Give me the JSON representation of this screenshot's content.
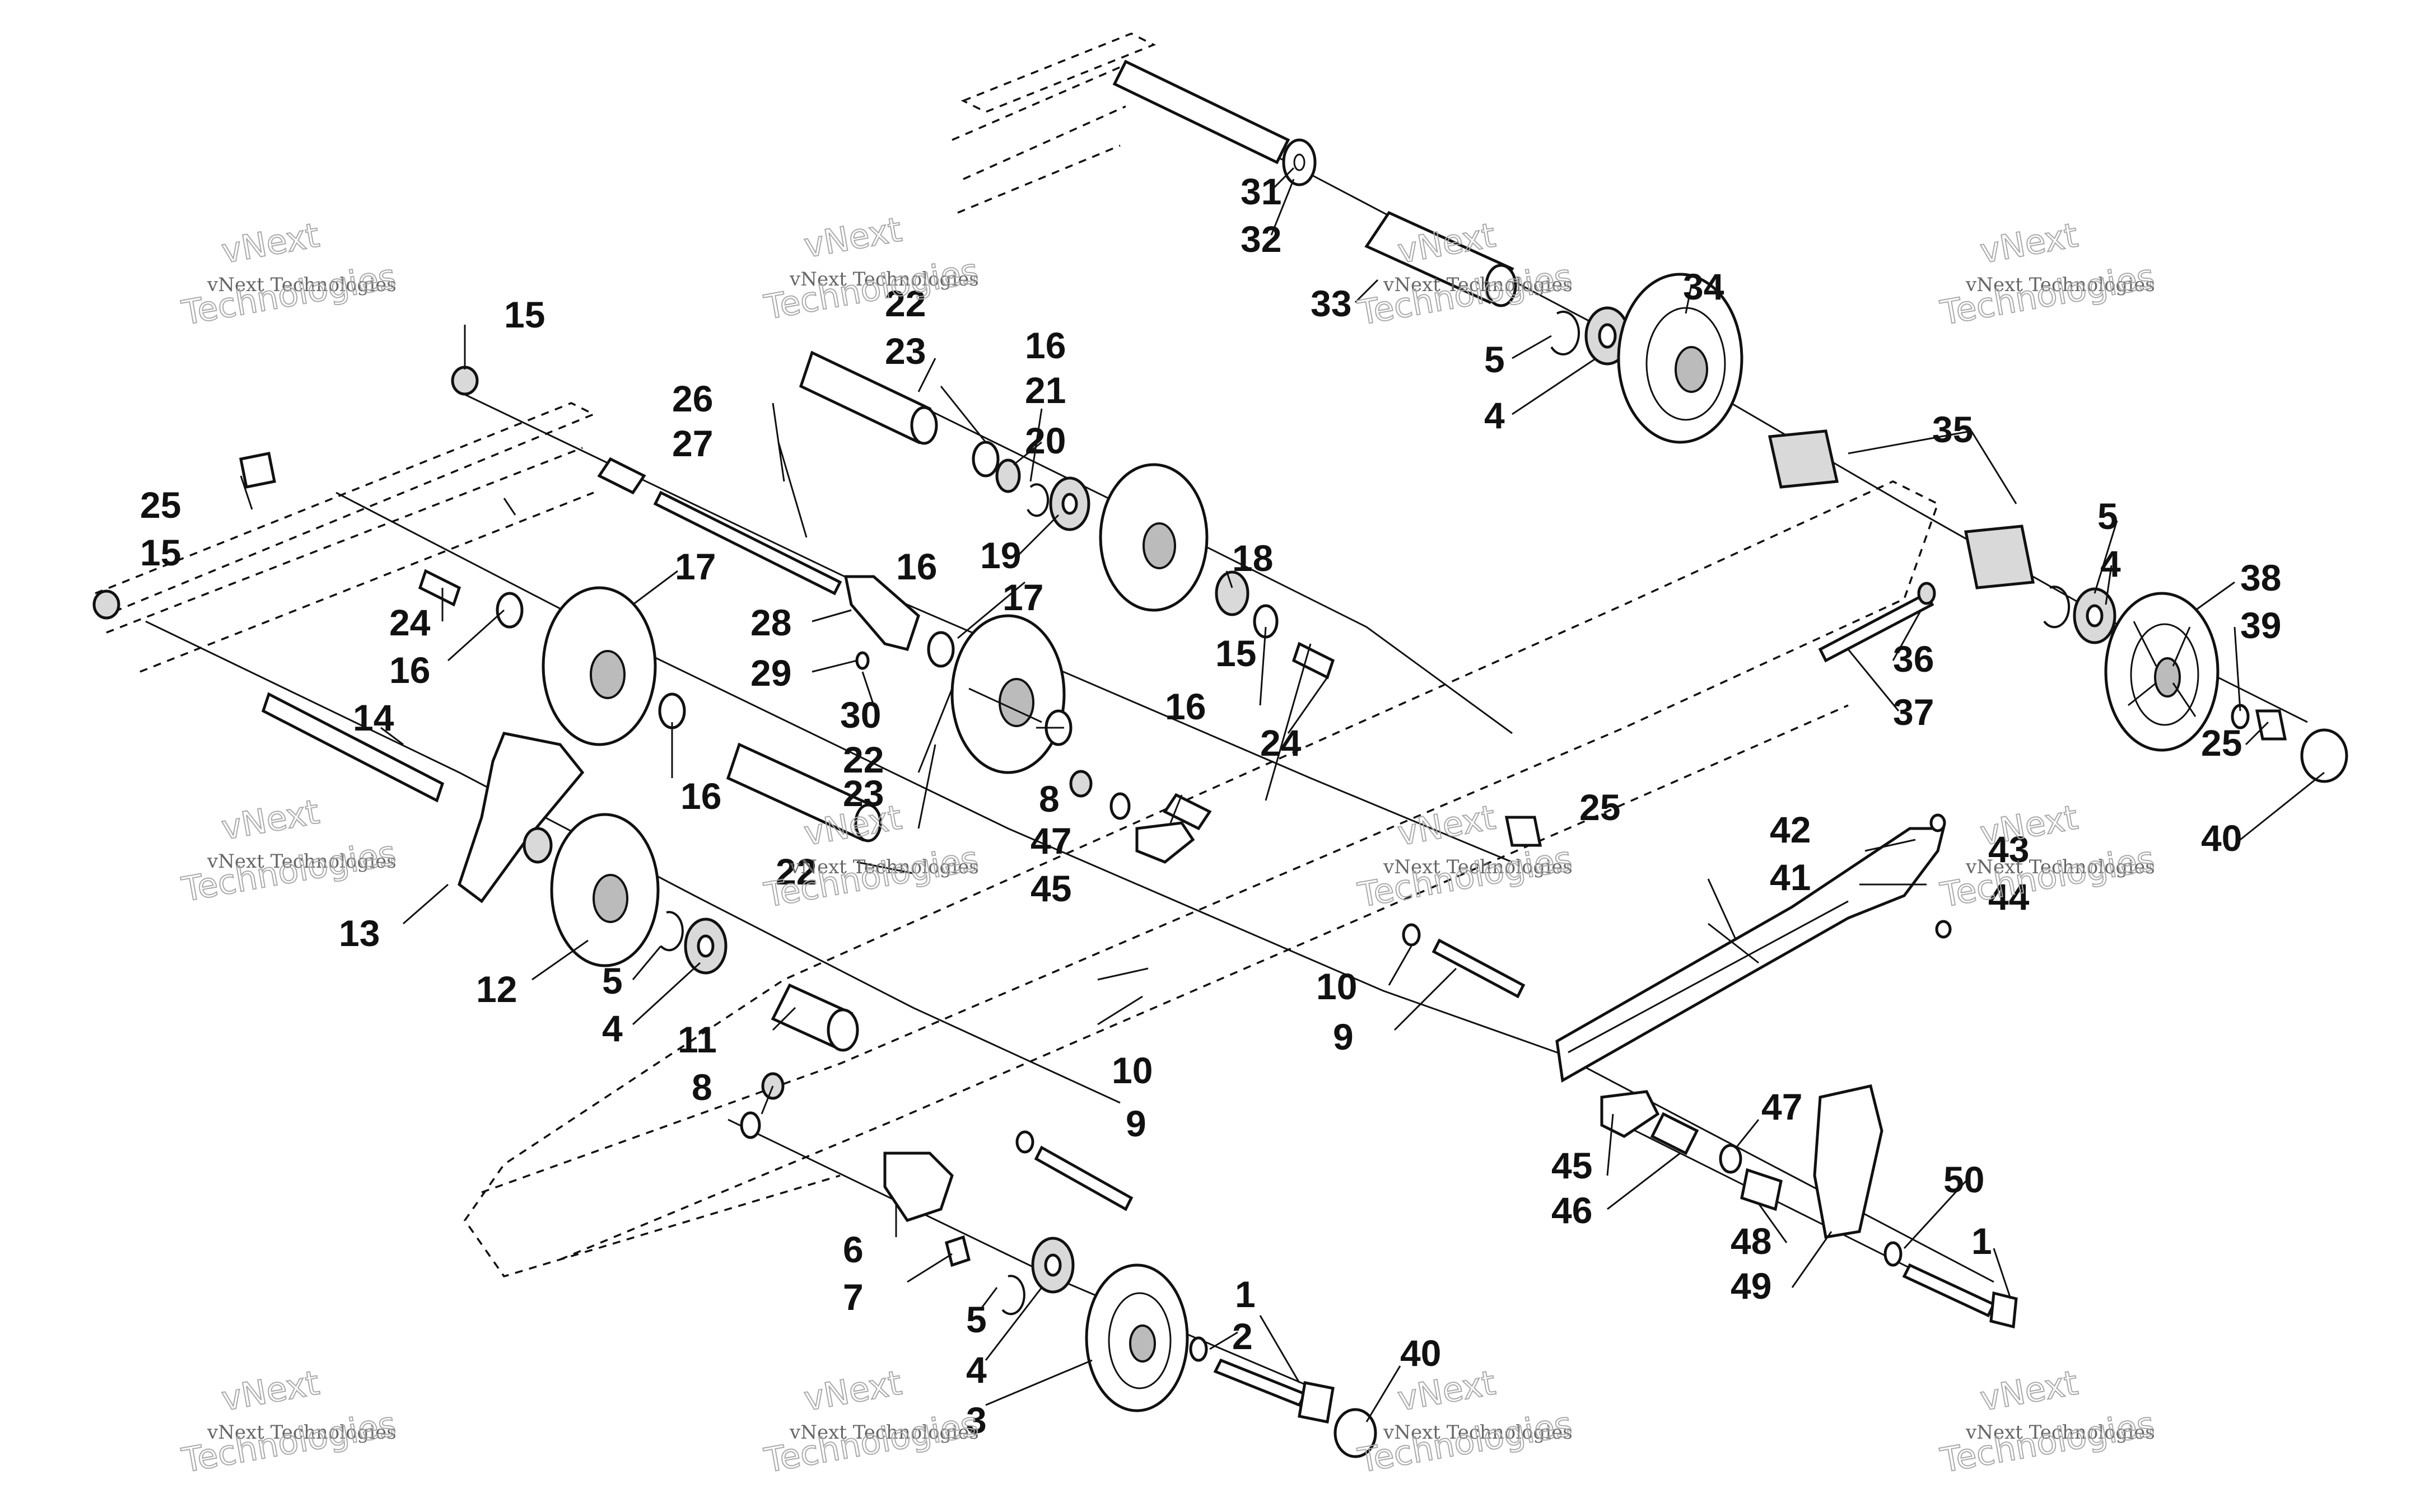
{
  "watermark": {
    "line1": "vNext Technologies",
    "line2": "vNext",
    "line3": "Technologies"
  },
  "callouts": [
    "1",
    "2",
    "3",
    "4",
    "5",
    "6",
    "7",
    "8",
    "9",
    "10",
    "11",
    "12",
    "13",
    "14",
    "15",
    "16",
    "17",
    "18",
    "19",
    "20",
    "21",
    "22",
    "23",
    "24",
    "25",
    "26",
    "27",
    "28",
    "29",
    "30",
    "31",
    "32",
    "33",
    "34",
    "35",
    "36",
    "37",
    "38",
    "39",
    "40",
    "41",
    "42",
    "43",
    "44",
    "45",
    "46",
    "47",
    "48",
    "49",
    "50"
  ]
}
